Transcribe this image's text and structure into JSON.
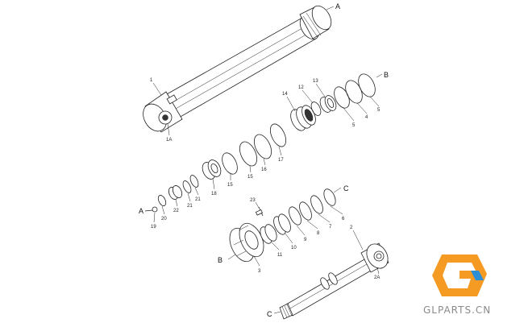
{
  "labels": {
    "p1": "1",
    "p1A": "1A",
    "p2": "2",
    "p2A": "2A",
    "p3": "3",
    "p5a": "5",
    "p5b": "5",
    "p4": "4",
    "p6": "6",
    "p7": "7",
    "p8": "8",
    "p9": "9",
    "p10": "10",
    "p11": "11",
    "p12": "12",
    "p13": "13",
    "p14": "14",
    "p15a": "15",
    "p15b": "15",
    "p16": "16",
    "p17": "17",
    "p18": "18",
    "p19": "19",
    "p20": "20",
    "p21a": "21",
    "p21b": "21",
    "p22": "22",
    "p23": "23"
  },
  "refs": {
    "A_top": "A",
    "A_left": "A",
    "B_right": "B",
    "B_left": "B",
    "C_right": "C",
    "C_bottom": "C"
  },
  "watermark": {
    "text": "GLPARTS.CN",
    "colors": {
      "orange": "#f59a23",
      "blue": "#2c8fd6"
    }
  }
}
